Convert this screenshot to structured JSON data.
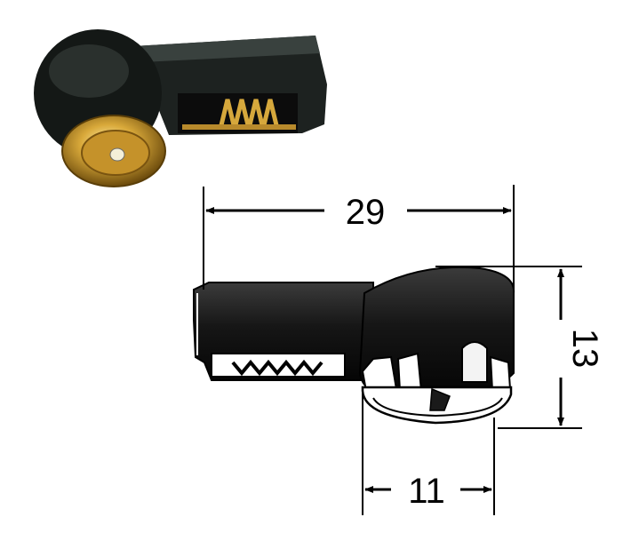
{
  "dimensions": {
    "length": "29",
    "height": "13",
    "width": "11"
  },
  "colors": {
    "body": "#0b0b0b",
    "body_highlight": "#4a4a4a",
    "brass": "#c89a2a",
    "brass_light": "#f2d27a",
    "outline": "#000000"
  }
}
